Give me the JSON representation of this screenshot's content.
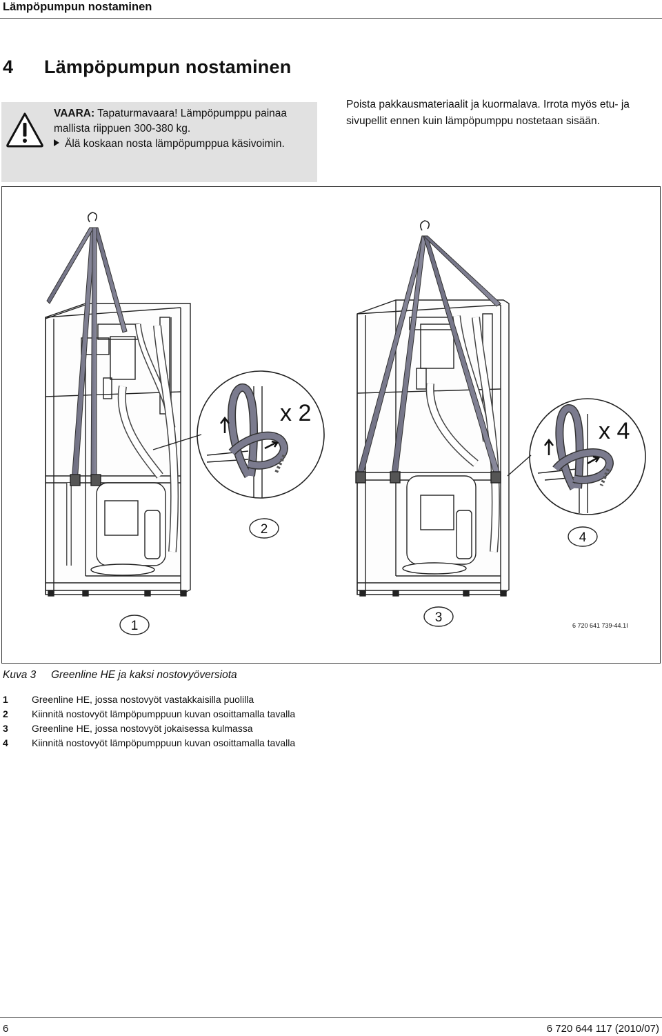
{
  "header": {
    "title": "Lämpöpumpun nostaminen"
  },
  "section": {
    "number": "4",
    "title": "Lämpöpumpun nostaminen"
  },
  "warning": {
    "icon": "warning-triangle-icon",
    "label": "VAARA:",
    "text": " Tapaturmavaara! Lämpöpumppu painaa mallista riippuen 300-380 kg.",
    "bullet_icon": "bullet-triangle-icon",
    "bullet": "Älä koskaan nosta lämpöpumppua käsivoimin."
  },
  "intro": {
    "text": "Poista pakkausmateriaalit ja kuormalava. Irrota myös etu- ja sivupellit ennen kuin lämpöpumppu nostetaan sisään."
  },
  "figure": {
    "callouts": [
      "1",
      "2",
      "3",
      "4"
    ],
    "multiplier_2": "x 2",
    "multiplier_4": "x 4",
    "code": "6 720 641 739-44.1I"
  },
  "caption": {
    "label": "Kuva 3",
    "text": "Greenline HE ja kaksi nostovyöversiota"
  },
  "legend": [
    {
      "num": "1",
      "text": "Greenline HE, jossa nostovyöt vastakkaisilla puolilla"
    },
    {
      "num": "2",
      "text": "Kiinnitä nostovyöt lämpöpumppuun kuvan osoittamalla tavalla"
    },
    {
      "num": "3",
      "text": "Greenline HE, jossa nostovyöt jokaisessa kulmassa"
    },
    {
      "num": "4",
      "text": "Kiinnitä nostovyöt lämpöpumppuun kuvan osoittamalla tavalla"
    }
  ],
  "footer": {
    "page": "6",
    "doc_id": "6 720 644 117 (2010/07)"
  }
}
